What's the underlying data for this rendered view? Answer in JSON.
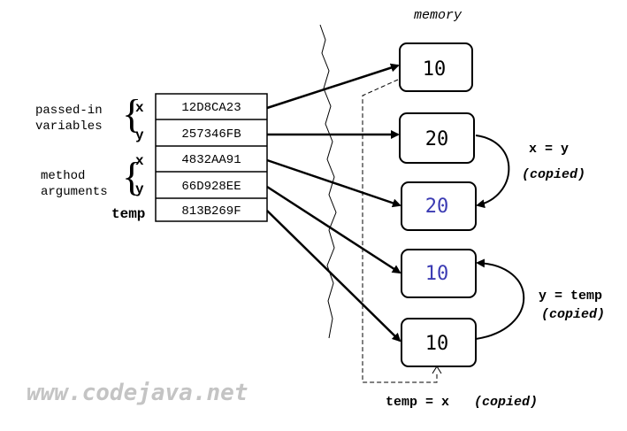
{
  "memory_label": "memory",
  "groups": {
    "passed_in": "passed-in variables",
    "passed_in_line1": "passed-in",
    "passed_in_line2": "variables",
    "method_args_line1": "method",
    "method_args_line2": "arguments"
  },
  "variables": [
    {
      "name": "x",
      "address": "12D8CA23"
    },
    {
      "name": "y",
      "address": "257346FB"
    },
    {
      "name": "x",
      "address": "4832AA91"
    },
    {
      "name": "y",
      "address": "66D928EE"
    },
    {
      "name": "temp",
      "address": "813B269F"
    }
  ],
  "memory_boxes": [
    {
      "value": "10",
      "color": "#000000"
    },
    {
      "value": "20",
      "color": "#000000"
    },
    {
      "value": "20",
      "color": "#3b3bb3"
    },
    {
      "value": "10",
      "color": "#3b3bb3"
    },
    {
      "value": "10",
      "color": "#000000"
    }
  ],
  "annotations": {
    "x_eq_y": "x = y",
    "copied": "(copied)",
    "y_eq_temp": "y = temp",
    "temp_eq_x": "temp = x",
    "temp_eq_x_copied": "(copied)"
  },
  "watermark": "www.codejava.net"
}
